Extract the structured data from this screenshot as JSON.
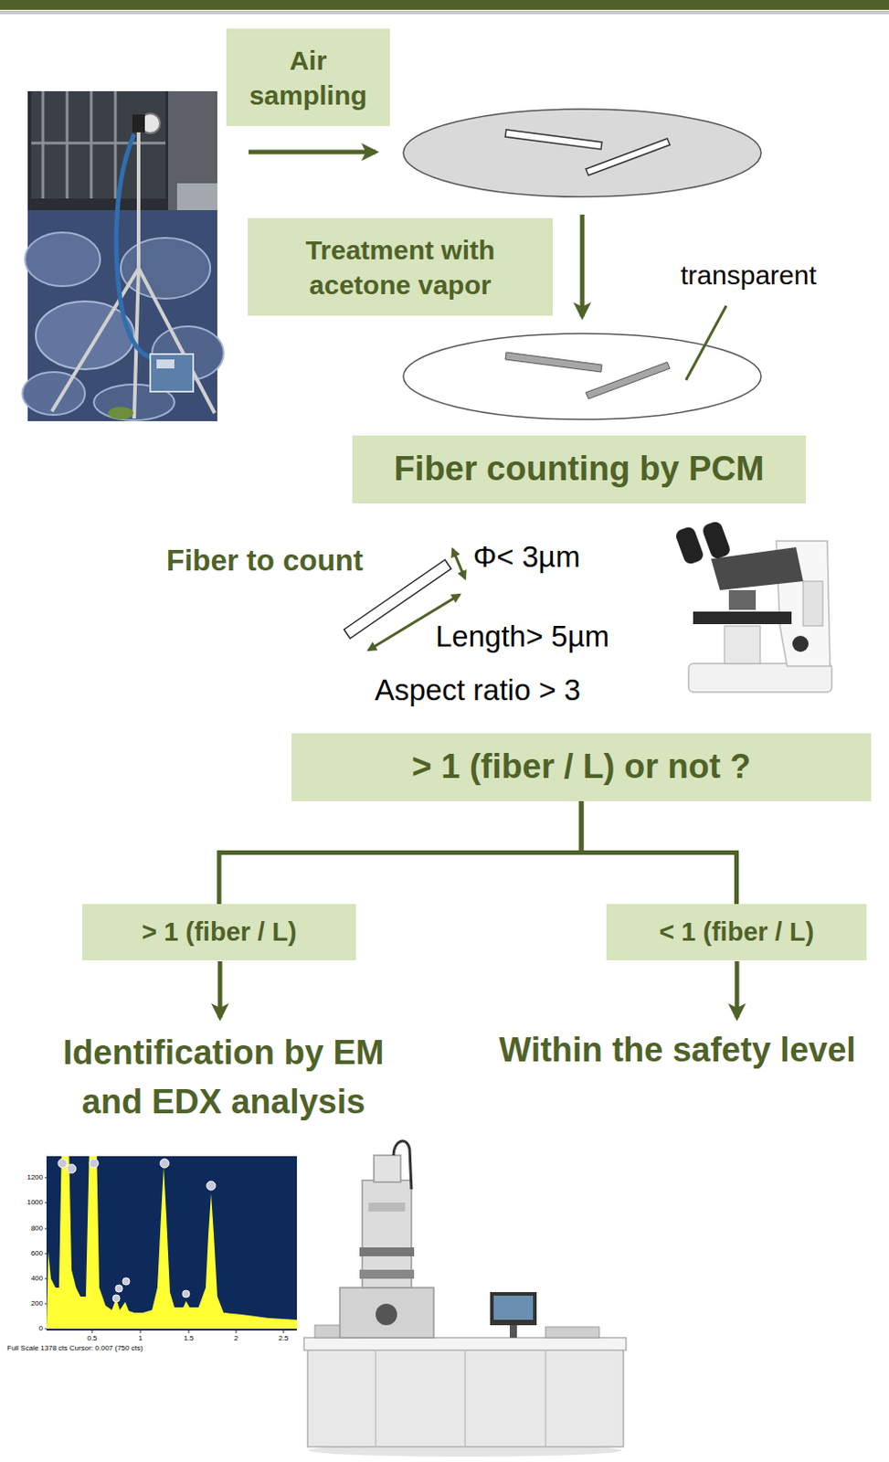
{
  "diagram": {
    "nodes": [
      {
        "text": [
          "Air sampling"
        ]
      },
      {
        "text": [
          "Treatment with acetone vapor"
        ]
      },
      {
        "text": [
          "Fiber counting by PCM"
        ]
      },
      {
        "text": [
          "> 1 (fiber / L) or not ?"
        ]
      },
      {
        "text": [
          "> 1 (fiber / L)"
        ]
      },
      {
        "text": [
          "< 1 (fiber / L)"
        ]
      }
    ],
    "edges": [
      {
        "from": 3,
        "to": 4,
        "arrow": "none"
      },
      {
        "from": 3,
        "to": 5,
        "arrow": "none"
      }
    ],
    "labels": [
      "transparent",
      "Fiber to count",
      "Φ< 3µm",
      "Length> 5µm",
      "Aspect ratio > 3",
      "Identification by EM and EDX analysis",
      "Within the safety level",
      "1200",
      "1000",
      "800",
      "600",
      "400",
      "200",
      "0",
      "0.5",
      "1",
      "1.5",
      "2",
      "2.5",
      "Full Scale 1378 cts Cursor: 0.007 (750 cts)"
    ]
  }
}
